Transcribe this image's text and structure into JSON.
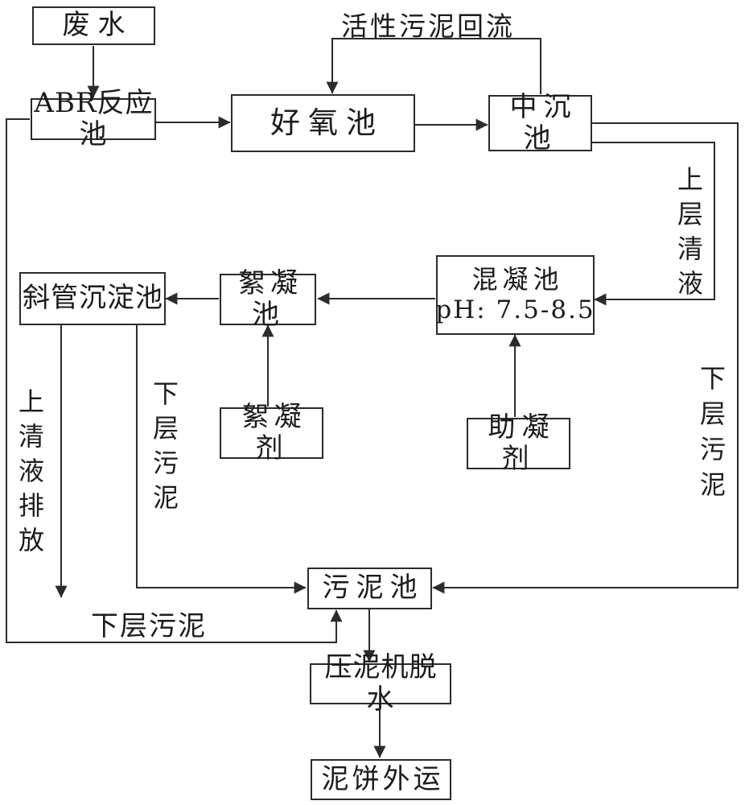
{
  "nodes": {
    "wastewater": {
      "label": "废水"
    },
    "abr": {
      "label": "ABR反应池"
    },
    "aerobic": {
      "label": "好氧池"
    },
    "mid_sed": {
      "label": "中沉池"
    },
    "coagulation": {
      "label": "混凝池",
      "sublabel": "pH: 7.5-8.5"
    },
    "flocculation": {
      "label": "絮凝池"
    },
    "inclined_sed": {
      "label": "斜管沉淀池"
    },
    "flocculant": {
      "label": "絮凝剂"
    },
    "coagulant_aid": {
      "label": "助凝剂"
    },
    "sludge_tank": {
      "label": "污泥池"
    },
    "press": {
      "label": "压泥机脱水"
    },
    "cake": {
      "label": "泥饼外运"
    }
  },
  "labels": {
    "return_flow": "活性污泥回流",
    "upper_clear_right": "上层清液",
    "lower_sludge_right": "下层污泥",
    "supernatant_discharge_left": "上清液排放",
    "lower_sludge_mid": "下层污泥",
    "lower_sludge_bottom": "下层污泥"
  },
  "edges": [
    {
      "from": "废水",
      "to": "ABR反应池",
      "label": ""
    },
    {
      "from": "ABR反应池",
      "to": "好氧池",
      "label": ""
    },
    {
      "from": "好氧池",
      "to": "中沉池",
      "label": ""
    },
    {
      "from": "中沉池",
      "to": "好氧池",
      "label": "活性污泥回流"
    },
    {
      "from": "中沉池",
      "to": "混凝池",
      "label": "上层清液"
    },
    {
      "from": "中沉池",
      "to": "污泥池",
      "label": "下层污泥"
    },
    {
      "from": "混凝池",
      "to": "絮凝池",
      "label": ""
    },
    {
      "from": "絮凝池",
      "to": "斜管沉淀池",
      "label": ""
    },
    {
      "from": "絮凝剂",
      "to": "絮凝池",
      "label": ""
    },
    {
      "from": "助凝剂",
      "to": "混凝池",
      "label": ""
    },
    {
      "from": "斜管沉淀池",
      "to": "排放",
      "label": "上清液排放"
    },
    {
      "from": "斜管沉淀池",
      "to": "污泥池",
      "label": "下层污泥"
    },
    {
      "from": "ABR反应池",
      "to": "污泥池",
      "label": "下层污泥"
    },
    {
      "from": "污泥池",
      "to": "压泥机脱水",
      "label": ""
    },
    {
      "from": "压泥机脱水",
      "to": "泥饼外运",
      "label": ""
    }
  ],
  "colors": {
    "line": "#2b2b2b",
    "background": "#ffffff"
  }
}
